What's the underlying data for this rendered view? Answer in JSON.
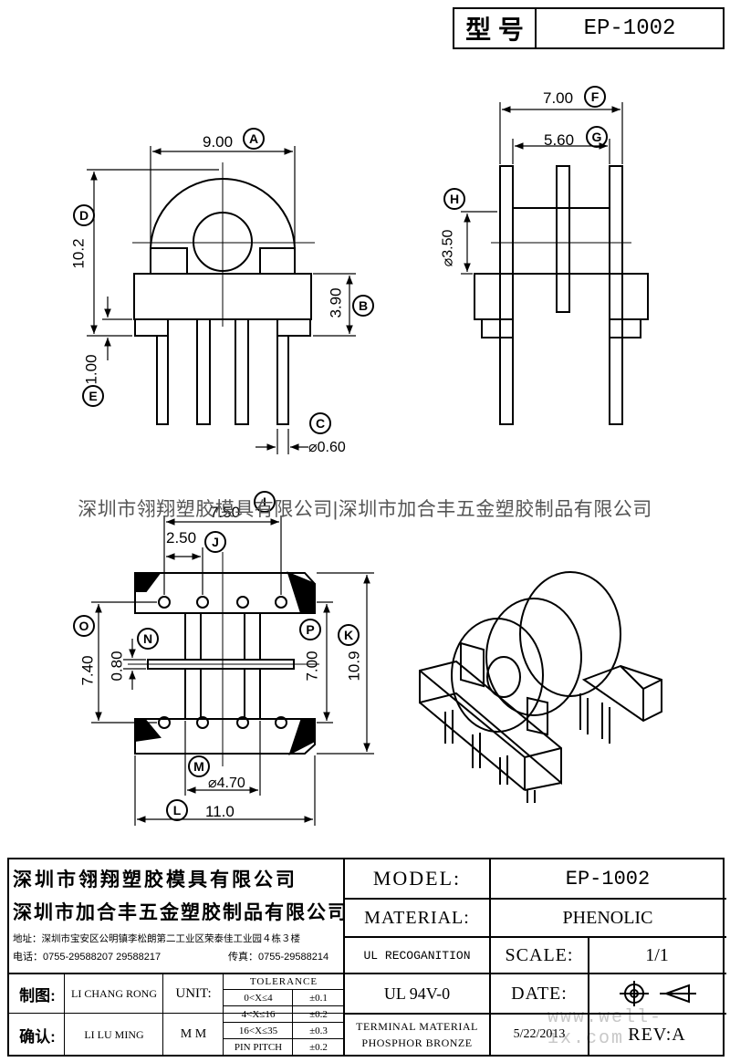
{
  "title_block": {
    "model_label_cn": "型 号",
    "model_value": "EP-1002"
  },
  "dimensions": {
    "A": {
      "letter": "A",
      "value": "9.00"
    },
    "B": {
      "letter": "B",
      "value": "3.90"
    },
    "C": {
      "letter": "C",
      "value": "⌀0.60"
    },
    "D": {
      "letter": "D",
      "value": "10.2"
    },
    "E": {
      "letter": "E",
      "value": "1.00"
    },
    "F": {
      "letter": "F",
      "value": "7.00"
    },
    "G": {
      "letter": "G",
      "value": "5.60"
    },
    "H": {
      "letter": "H",
      "value": "⌀3.50"
    },
    "I": {
      "letter": "I",
      "value": "7.50"
    },
    "J": {
      "letter": "J",
      "value": "2.50"
    },
    "K": {
      "letter": "K",
      "value": "10.9"
    },
    "L": {
      "letter": "L",
      "value": "11.0"
    },
    "M": {
      "letter": "M",
      "value": "⌀4.70"
    },
    "N": {
      "letter": "N",
      "value": "0.80"
    },
    "O": {
      "letter": "O",
      "value": "7.40"
    },
    "P": {
      "letter": "P",
      "value": "7.00"
    }
  },
  "watermark": {
    "center": "深圳市翎翔塑胶模具有限公司|深圳市加合丰五金塑胶制品有限公司",
    "corner": "www.well-ix.com"
  },
  "footer": {
    "company1": "深圳市翎翔塑胶模具有限公司",
    "company2": "深圳市加合丰五金塑胶制品有限公司",
    "address": "地址：深圳市宝安区公明镇李松朗第二工业区荣泰佳工业园４栋３楼",
    "phone": "电话：0755-29588207  29588217",
    "fax": "传真：0755-29588214",
    "model_label": "MODEL:",
    "model_value": "EP-1002",
    "material_label": "MATERIAL:",
    "material_value": "PHENOLIC",
    "ul_label": "UL RECOGANITION",
    "ul_value": "UL 94V-0",
    "scale_label": "SCALE:",
    "scale_value": "1/1",
    "date_label": "DATE:",
    "date_value": "5/22/2013",
    "rev_label": "REV:A",
    "terminal_line1": "TERMINAL MATERIAL",
    "terminal_line2": "PHOSPHOR  BRONZE",
    "drawn_label": "制图:",
    "drawn_value": "LI CHANG RONG",
    "check_label": "确认:",
    "check_value": "LI LU MING",
    "unit_label": "UNIT:",
    "unit_value": "M M",
    "tolerance_title": "TOLERANCE",
    "tolerances": [
      {
        "range": "0<X≤4",
        "value": "±0.1"
      },
      {
        "range": "4<X≤16",
        "value": "±0.2"
      },
      {
        "range": "16<X≤35",
        "value": "±0.3"
      },
      {
        "range": "PIN PITCH",
        "value": "±0.2"
      }
    ]
  }
}
